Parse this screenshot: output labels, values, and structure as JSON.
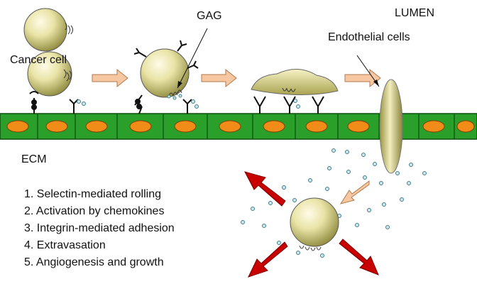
{
  "labels": {
    "cancer_cell": "Cancer cell",
    "gag": "GAG",
    "lumen": "LUMEN",
    "endothelial_cells": "Endothelial cells",
    "ecm": "ECM"
  },
  "steps": [
    "1. Selectin-mediated rolling",
    "2. Activation by chemokines",
    "3. Integrin-mediated adhesion",
    "4. Extravasation",
    "5. Angiogenesis and growth"
  ],
  "colors": {
    "endothelium": "#2aa02a",
    "nucleus": "#f28c18",
    "cell_fill": "#e6e0a0",
    "flow_arrow": "#f6c7a0",
    "growth_arrow": "#c80000",
    "chemokine": "#7fb8c4"
  }
}
